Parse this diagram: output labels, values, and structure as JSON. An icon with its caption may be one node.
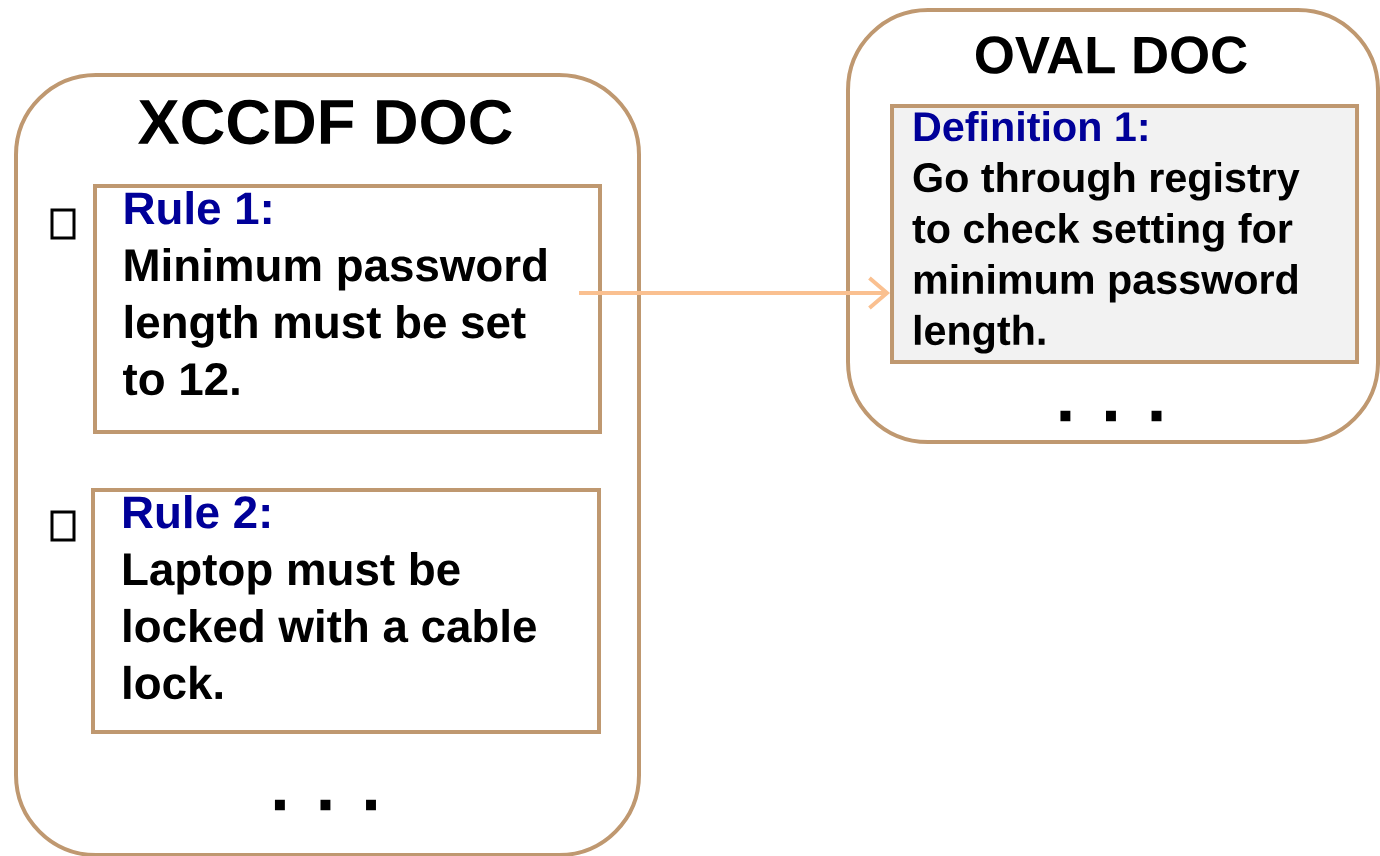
{
  "diagram": {
    "nodes": [
      {
        "text": [
          "XCCDF DOC",
          ". . ."
        ]
      },
      {
        "text": [
          "Rule 1:",
          "Minimum password length must be set to 12."
        ],
        "in": 0
      },
      {
        "text": [
          "Rule 2:",
          "Laptop must be locked with a cable lock."
        ],
        "in": 0
      },
      {
        "text": [
          "OVAL DOC",
          ". . ."
        ]
      },
      {
        "text": [
          "Definition 1:",
          "Go through registry to check setting for minimum password length."
        ],
        "in": 3
      }
    ],
    "edges": [
      {
        "from": 1,
        "to": 4,
        "arrow": "to",
        "color": "#fac090"
      }
    ]
  }
}
